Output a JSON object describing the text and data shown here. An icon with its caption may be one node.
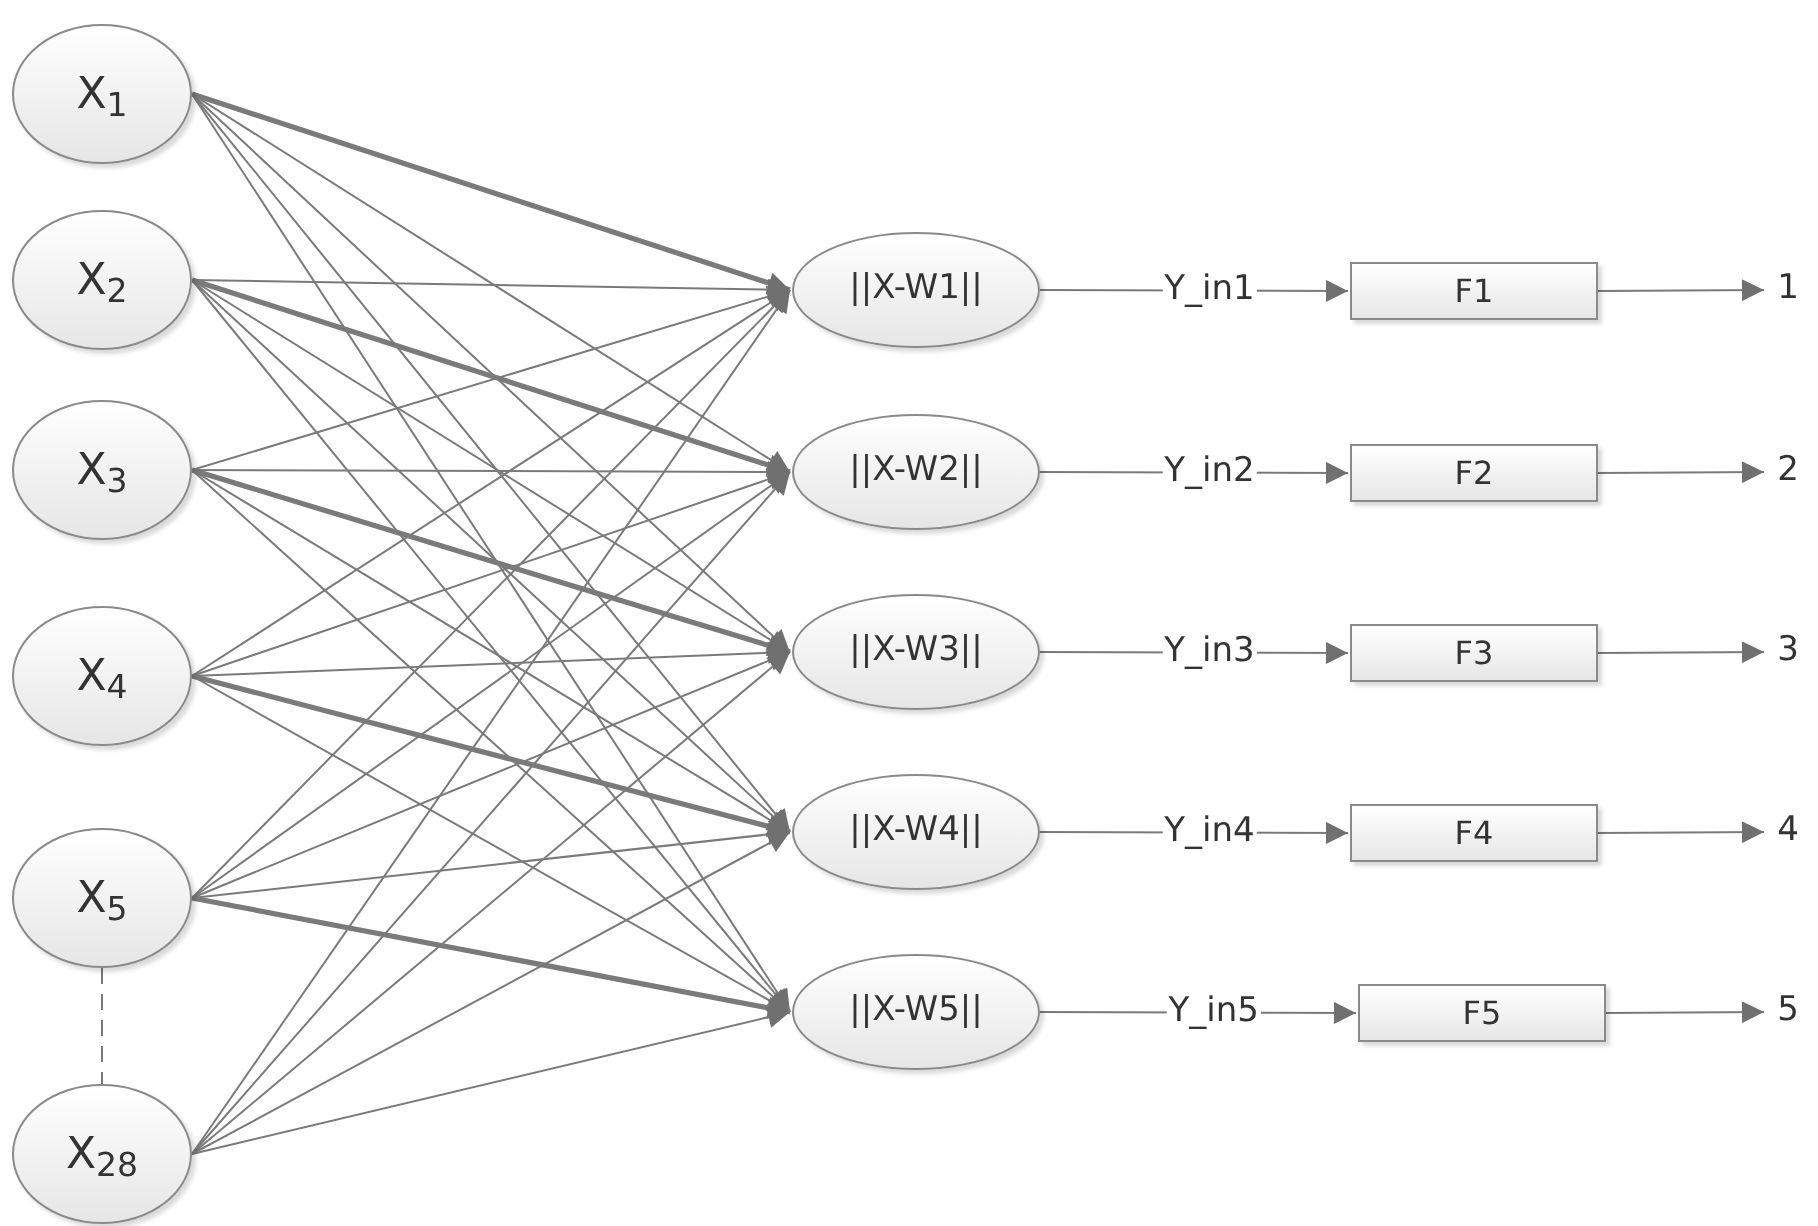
{
  "diagram": {
    "nodes": [
      {
        "text": [
          "X$_{1}$"
        ]
      },
      {
        "text": [
          "X$_{2}$"
        ]
      },
      {
        "text": [
          "X$_{3}$"
        ]
      },
      {
        "text": [
          "X$_{4}$"
        ]
      },
      {
        "text": [
          "X$_{5}$"
        ]
      },
      {
        "text": [
          "X$_{28}$"
        ]
      },
      {
        "text": [
          "||X-W1||"
        ]
      },
      {
        "text": [
          "||X-W2||"
        ]
      },
      {
        "text": [
          "||X-W3||"
        ]
      },
      {
        "text": [
          "||X-W4||"
        ]
      },
      {
        "text": [
          "||X-W5||"
        ]
      },
      {
        "text": [
          "F1"
        ]
      },
      {
        "text": [
          "F2"
        ]
      },
      {
        "text": [
          "F3"
        ]
      },
      {
        "text": [
          "F4"
        ]
      },
      {
        "text": [
          "F5"
        ]
      },
      {
        "text": [
          "1"
        ]
      },
      {
        "text": [
          "2"
        ]
      },
      {
        "text": [
          "3"
        ]
      },
      {
        "text": [
          "4"
        ]
      },
      {
        "text": [
          "5"
        ]
      }
    ],
    "edges": [
      {
        "from": 0,
        "to": 6,
        "arrow": "to",
        "style": "thick"
      },
      {
        "from": 0,
        "to": 7,
        "arrow": "to"
      },
      {
        "from": 0,
        "to": 8,
        "arrow": "to"
      },
      {
        "from": 0,
        "to": 9,
        "arrow": "to"
      },
      {
        "from": 0,
        "to": 10,
        "arrow": "to"
      },
      {
        "from": 1,
        "to": 6,
        "arrow": "to"
      },
      {
        "from": 1,
        "to": 7,
        "arrow": "to",
        "style": "thick"
      },
      {
        "from": 1,
        "to": 8,
        "arrow": "to"
      },
      {
        "from": 1,
        "to": 9,
        "arrow": "to"
      },
      {
        "from": 1,
        "to": 10,
        "arrow": "to"
      },
      {
        "from": 2,
        "to": 6,
        "arrow": "to"
      },
      {
        "from": 2,
        "to": 7,
        "arrow": "to"
      },
      {
        "from": 2,
        "to": 8,
        "arrow": "to",
        "style": "thick"
      },
      {
        "from": 2,
        "to": 9,
        "arrow": "to"
      },
      {
        "from": 2,
        "to": 10,
        "arrow": "to"
      },
      {
        "from": 3,
        "to": 6,
        "arrow": "to"
      },
      {
        "from": 3,
        "to": 7,
        "arrow": "to"
      },
      {
        "from": 3,
        "to": 8,
        "arrow": "to"
      },
      {
        "from": 3,
        "to": 9,
        "arrow": "to",
        "style": "thick"
      },
      {
        "from": 3,
        "to": 10,
        "arrow": "to"
      },
      {
        "from": 4,
        "to": 6,
        "arrow": "to"
      },
      {
        "from": 4,
        "to": 7,
        "arrow": "to"
      },
      {
        "from": 4,
        "to": 8,
        "arrow": "to"
      },
      {
        "from": 4,
        "to": 9,
        "arrow": "to"
      },
      {
        "from": 4,
        "to": 10,
        "arrow": "to",
        "style": "thick"
      },
      {
        "from": 5,
        "to": 6,
        "arrow": "to"
      },
      {
        "from": 5,
        "to": 7,
        "arrow": "to"
      },
      {
        "from": 5,
        "to": 8,
        "arrow": "to"
      },
      {
        "from": 5,
        "to": 9,
        "arrow": "to"
      },
      {
        "from": 5,
        "to": 10,
        "arrow": "to"
      },
      {
        "from": 4,
        "to": 5,
        "arrow": "none",
        "style": "dashed"
      },
      {
        "from": 6,
        "to": 11,
        "arrow": "to",
        "label": "Y_in1"
      },
      {
        "from": 7,
        "to": 12,
        "arrow": "to",
        "label": "Y_in2"
      },
      {
        "from": 8,
        "to": 13,
        "arrow": "to",
        "label": "Y_in3"
      },
      {
        "from": 9,
        "to": 14,
        "arrow": "to",
        "label": "Y_in4"
      },
      {
        "from": 10,
        "to": 15,
        "arrow": "to",
        "label": "Y_in5"
      },
      {
        "from": 11,
        "to": 16,
        "arrow": "to"
      },
      {
        "from": 12,
        "to": 17,
        "arrow": "to"
      },
      {
        "from": 13,
        "to": 18,
        "arrow": "to"
      },
      {
        "from": 14,
        "to": 19,
        "arrow": "to"
      },
      {
        "from": 15,
        "to": 20,
        "arrow": "to"
      }
    ]
  }
}
